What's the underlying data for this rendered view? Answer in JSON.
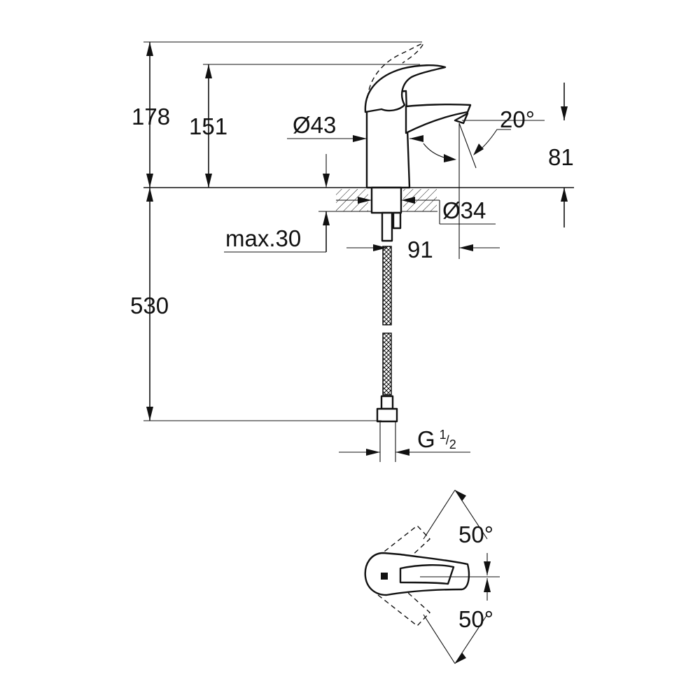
{
  "side_view": {
    "height_total": "178",
    "height_outlet": "151",
    "body_diameter": "Ø43",
    "spout_angle": "20°",
    "spout_height": "81",
    "hole_diameter": "Ø34",
    "deck_thickness": "max.30",
    "projection": "91",
    "hose_length": "530",
    "connection_main": "G",
    "connection_num": "1",
    "connection_den": "2"
  },
  "top_view": {
    "angle_upper": "50°",
    "angle_lower": "50°"
  }
}
